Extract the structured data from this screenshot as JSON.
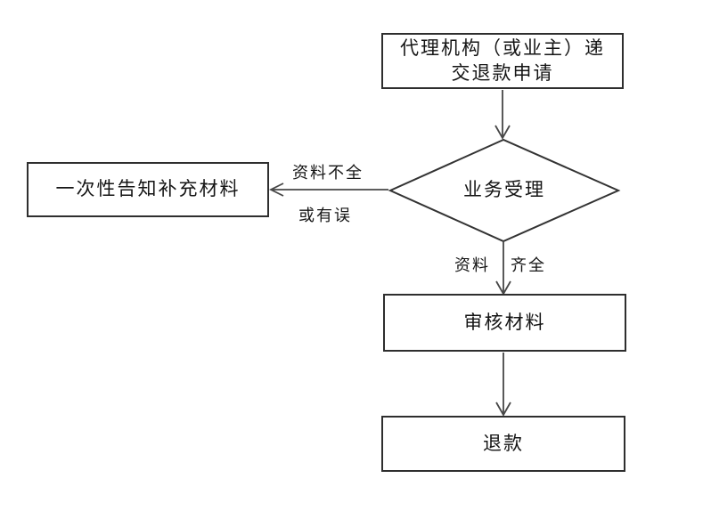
{
  "page": {
    "background_color": "#ffffff",
    "line_color": "#3a3a3a",
    "border_color": "#2e2e2e",
    "text_color": "#151515"
  },
  "nodes": {
    "submit": {
      "lines": [
        "代理机构（或业主）递",
        "交退款申请"
      ],
      "shape": "rectangle"
    },
    "accept": {
      "label": "业务受理",
      "shape": "diamond"
    },
    "notify": {
      "label": "一次性告知补充材料",
      "shape": "rectangle"
    },
    "review": {
      "label": "审核材料",
      "shape": "rectangle"
    },
    "refund": {
      "label": "退款",
      "shape": "rectangle"
    }
  },
  "edge_labels": {
    "incomplete": "资料不全",
    "error": "或有误",
    "material": "资料",
    "complete": "齐全"
  }
}
